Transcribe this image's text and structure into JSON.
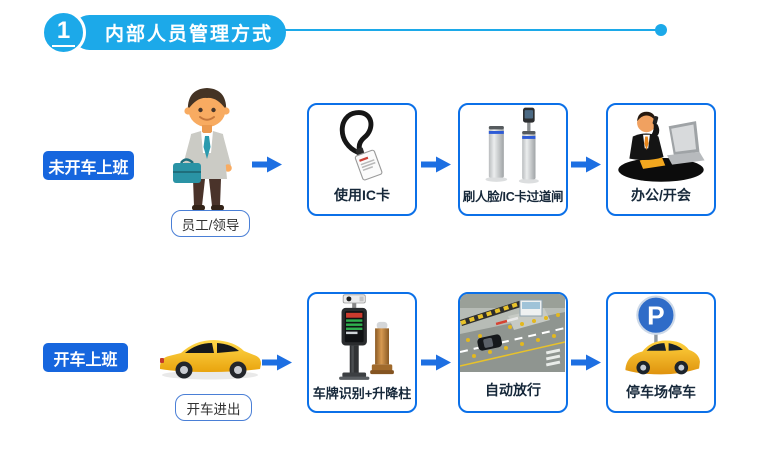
{
  "header": {
    "number": "1",
    "title": "内部人员管理方式"
  },
  "rows": [
    {
      "tag": "未开车上班",
      "subject": {
        "label": "员工/领导",
        "icon": "employee-person-icon"
      },
      "steps": [
        {
          "label": "使用IC卡",
          "icon": "ic-card-icon"
        },
        {
          "label": "刷人脸/IC卡过道闸",
          "icon": "turnstile-gate-icon"
        },
        {
          "label": "办公/开会",
          "icon": "office-meeting-icon"
        }
      ]
    },
    {
      "tag": "开车上班",
      "subject": {
        "label": "开车进出",
        "icon": "yellow-car-icon"
      },
      "steps": [
        {
          "label": "车牌识别+升降柱",
          "icon": "plate-camera-bollard-icon"
        },
        {
          "label": "自动放行",
          "icon": "auto-pass-entrance-photo"
        },
        {
          "label": "停车场停车",
          "icon": "parking-sign-car-icon",
          "sign_letter": "P"
        }
      ]
    }
  ],
  "colors": {
    "accent_cyan": "#1ca9e9",
    "accent_blue": "#1666de",
    "box_border_blue": "#0b70e8",
    "label_text_dark": "#16283a"
  }
}
